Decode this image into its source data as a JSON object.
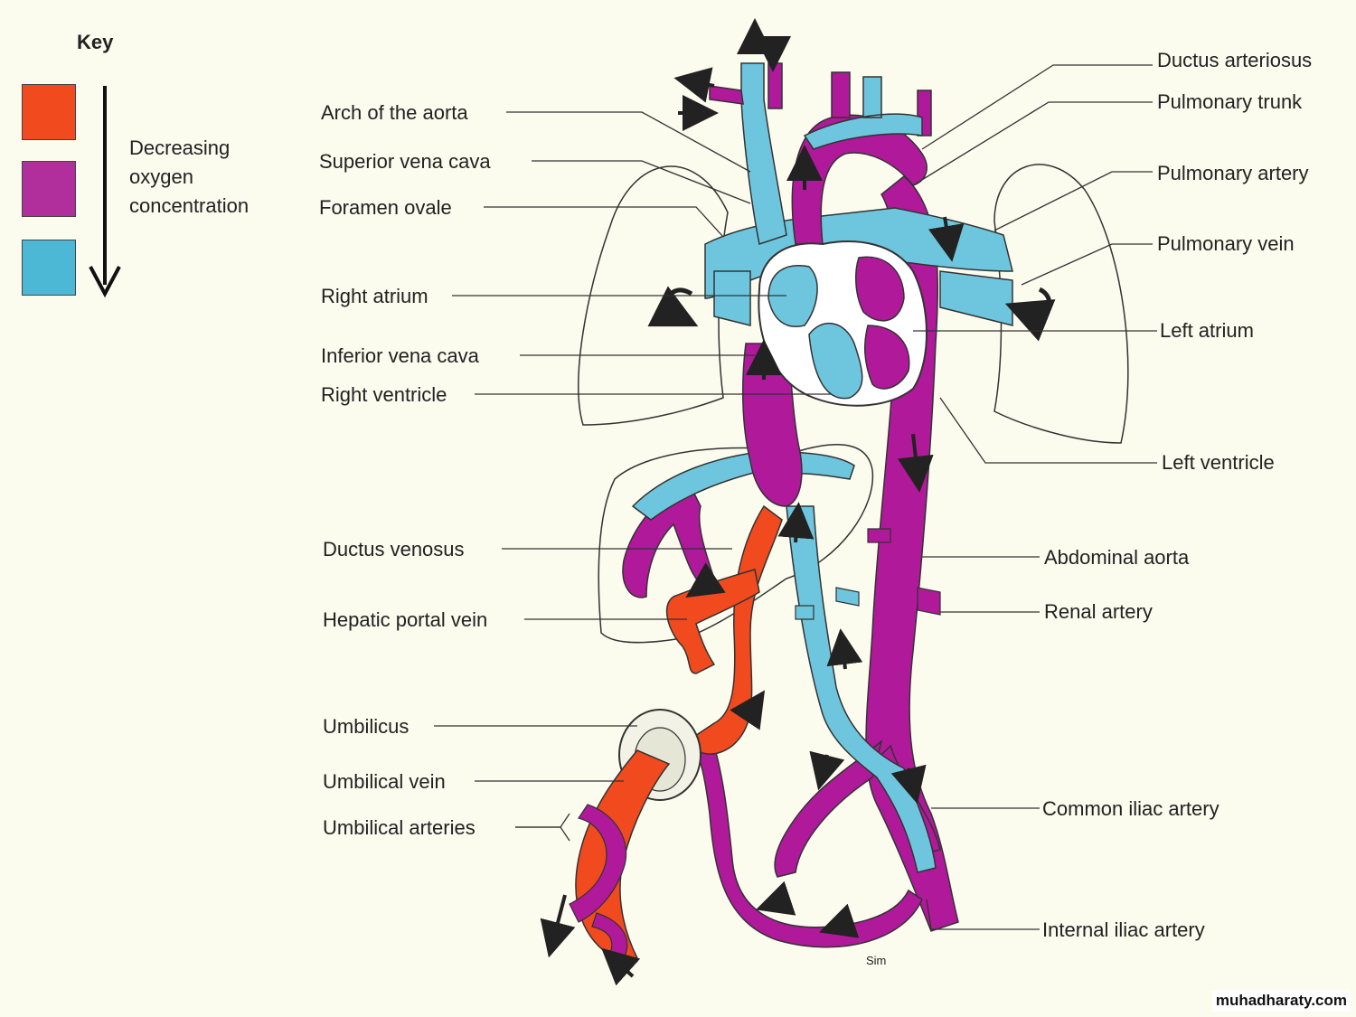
{
  "key": {
    "title": "Key",
    "description_line1": "Decreasing",
    "description_line2": "oxygen",
    "description_line3": "concentration",
    "colors": [
      "#f04a1e",
      "#b02f9c",
      "#4cb8d6"
    ]
  },
  "labels_left": {
    "arch_aorta": "Arch of the aorta",
    "superior_vena_cava": "Superior vena cava",
    "foramen_ovale": "Foramen ovale",
    "right_atrium": "Right atrium",
    "inferior_vena_cava": "Inferior vena cava",
    "right_ventricle": "Right ventricle",
    "ductus_venosus": "Ductus venosus",
    "hepatic_portal_vein": "Hepatic portal vein",
    "umbilicus": "Umbilicus",
    "umbilical_vein": "Umbilical vein",
    "umbilical_arteries": "Umbilical arteries"
  },
  "labels_right": {
    "ductus_arteriosus": "Ductus arteriosus",
    "pulmonary_trunk": "Pulmonary trunk",
    "pulmonary_artery": "Pulmonary artery",
    "pulmonary_vein": "Pulmonary vein",
    "left_atrium": "Left atrium",
    "left_ventricle": "Left ventricle",
    "abdominal_aorta": "Abdominal aorta",
    "renal_artery": "Renal artery",
    "common_iliac_artery": "Common iliac artery",
    "internal_iliac_artery": "Internal iliac artery"
  },
  "signature": "Sim",
  "watermark": "muhadharaty.com",
  "colors": {
    "oxygenated": "#f04a1e",
    "mixed": "#b0199a",
    "deoxygenated": "#6ec6de",
    "outline": "#333333"
  }
}
